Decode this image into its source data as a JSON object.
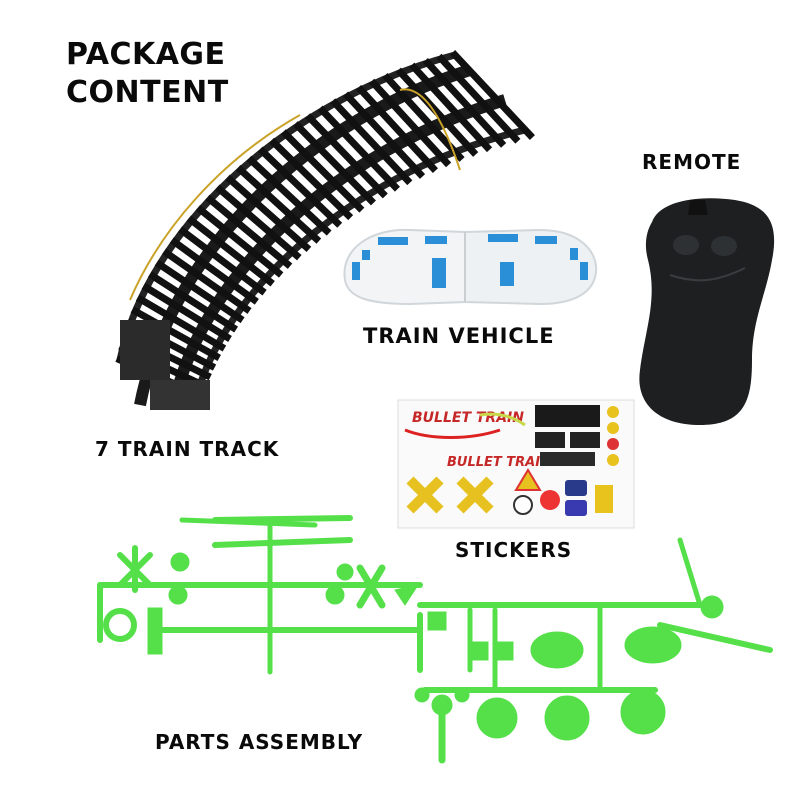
{
  "heading": {
    "line1": "PACKAGE",
    "line2": "CONTENT"
  },
  "labels": {
    "remote": "REMOTE",
    "train": "TRAIN VEHICLE",
    "track": "7 TRAIN TRACK",
    "stickers": "STICKERS",
    "parts": "PARTS ASSEMBLY"
  },
  "sticker_texts": {
    "brand": "BULLET TRAIN"
  },
  "colors": {
    "track": "#1a1a1a",
    "train_body": "#f2f4f5",
    "train_windows": "#2a8fd6",
    "remote": "#1d1f20",
    "parts": "#55e04a"
  }
}
